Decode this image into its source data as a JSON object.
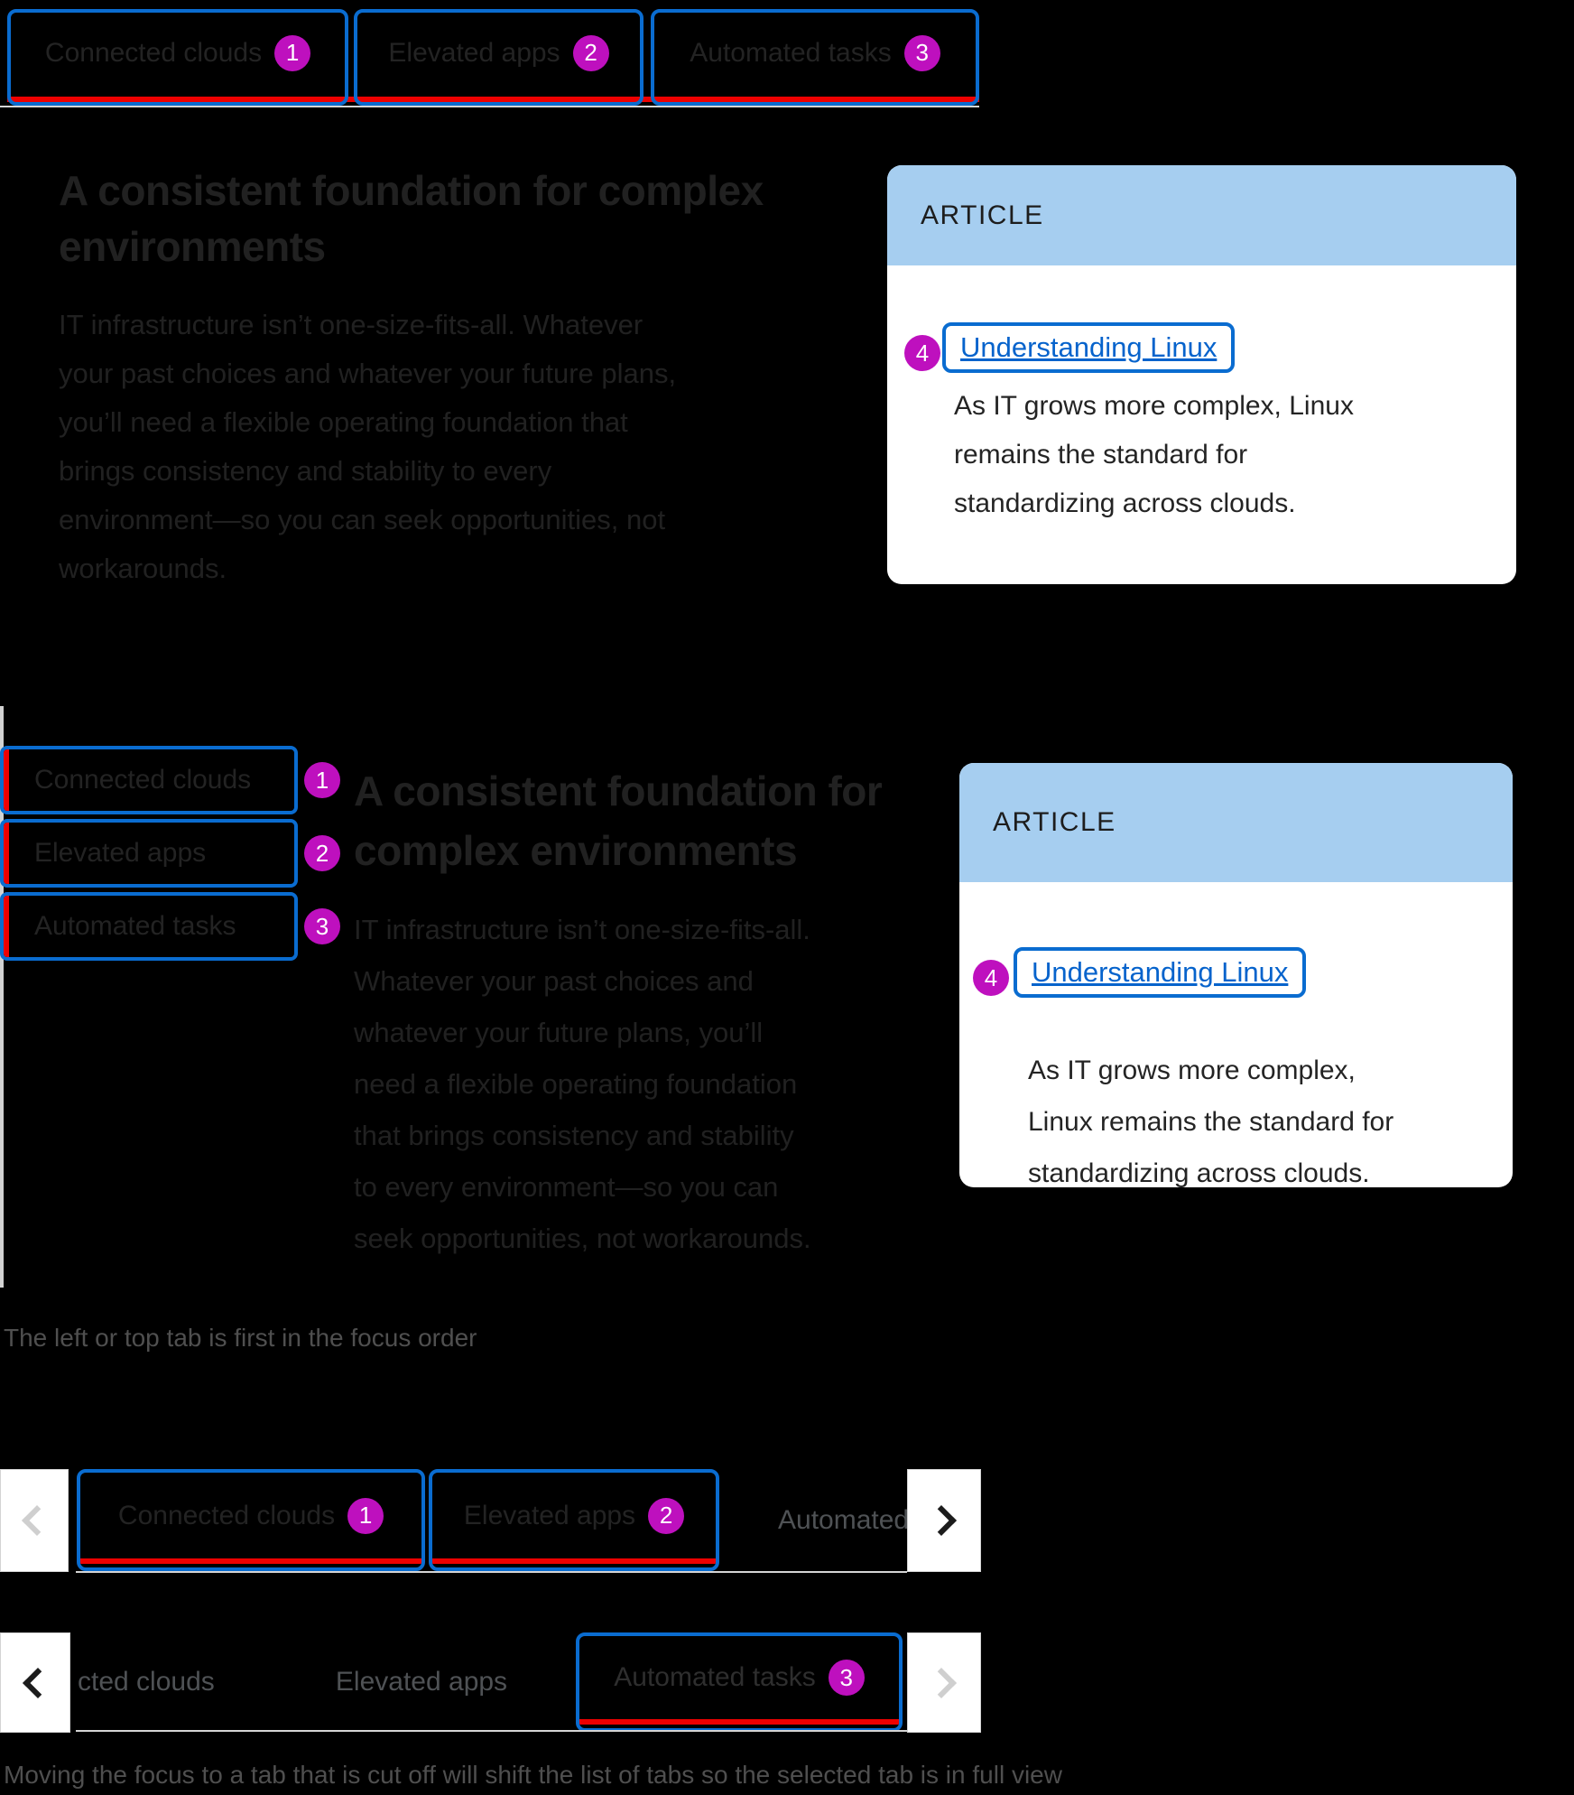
{
  "colors": {
    "focus_ring": "#0a6cd0",
    "active_tab_indicator": "#ee0000",
    "focus_order_marker": "#be10be",
    "article_header_bg": "#a6cef0",
    "link": "#0663cc"
  },
  "demo_top": {
    "tabs": [
      {
        "label": "Connected clouds",
        "badge": "1"
      },
      {
        "label": "Elevated apps",
        "badge": "2"
      },
      {
        "label": "Automated tasks",
        "badge": "3"
      }
    ],
    "heading": "A consistent foundation for complex\nenvironments",
    "body": "IT infrastructure isn’t one-size-fits-all. Whatever\nyour past choices and whatever your future plans,\nyou’ll need a flexible operating foundation that\nbrings consistency and stability to every\nenvironment—so you can seek opportunities, not\nworkarounds.",
    "article": {
      "eyebrow": "ARTICLE",
      "badge": "4",
      "link": "Understanding Linux",
      "body": "As IT grows more complex, Linux\nremains the standard for\nstandardizing across clouds."
    }
  },
  "demo_vertical": {
    "tabs": [
      {
        "label": "Connected clouds",
        "badge": "1"
      },
      {
        "label": "Elevated apps",
        "badge": "2"
      },
      {
        "label": "Automated tasks",
        "badge": "3"
      }
    ],
    "heading": "A consistent foundation for\ncomplex environments",
    "body": "IT infrastructure isn’t one-size-fits-all.\nWhatever your past choices and\nwhatever your future plans, you’ll\nneed a flexible operating foundation\nthat brings consistency and stability\nto every environment—so you can\nseek opportunities, not workarounds.",
    "article": {
      "eyebrow": "ARTICLE",
      "badge": "4",
      "link": "Understanding Linux",
      "body": "As IT grows more complex,\nLinux remains the standard for\nstandardizing across clouds."
    }
  },
  "caption_first": "The left or top tab is first in the focus order",
  "demo_overflow_start": {
    "tabs": [
      {
        "label": "Connected clouds",
        "badge": "1"
      },
      {
        "label": "Elevated apps",
        "badge": "2"
      },
      {
        "label": "Automated tasks"
      }
    ]
  },
  "demo_overflow_end": {
    "clipped_first_label": "cted clouds",
    "second_label": "Elevated apps",
    "tab": {
      "label": "Automated tasks",
      "badge": "3"
    }
  },
  "caption_overflow": "Moving the focus to a tab that is cut off will shift the list of tabs so the selected tab is in full view"
}
